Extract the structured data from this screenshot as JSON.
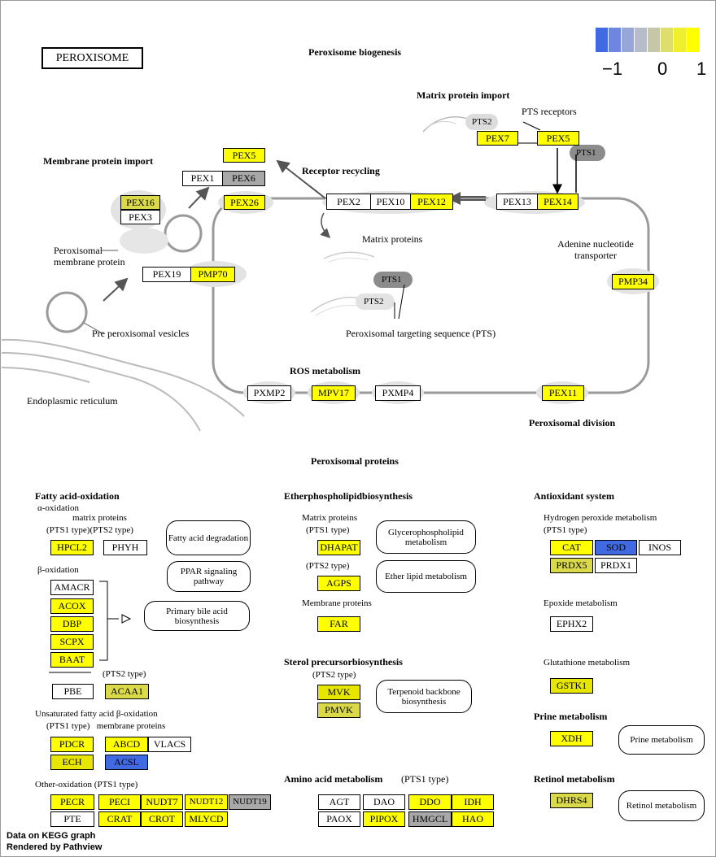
{
  "title_box": "PEROXISOME",
  "labels": {
    "biogenesis": "Peroxisome biogenesis",
    "matrix_import": "Matrix protein import",
    "pts_receptors": "PTS receptors",
    "membrane_import": "Membrane protein import",
    "receptor_recycling": "Receptor recycling",
    "matrix_proteins": "Matrix proteins",
    "adenine_transporter": "Adenine nucleotide transporter",
    "perox_membrane_protein": "Peroxisomal membrane protein",
    "pre_vesicles": "Pre peroxisomal vesicles",
    "er": "Endoplasmic reticulum",
    "pts_sequence": "Peroxisomal targeting sequence (PTS)",
    "ros": "ROS metabolism",
    "division": "Peroxisomal division",
    "perox_proteins": "Peroxisomal  proteins"
  },
  "pts_shapes": {
    "pts2_top": "PTS2",
    "pts1_top": "PTS1",
    "pts1_mid": "PTS1",
    "pts2_mid": "PTS2"
  },
  "genes": {
    "pex5_top": "PEX5",
    "pex1": "PEX1",
    "pex6": "PEX6",
    "pex26": "PEX26",
    "pex16": "PEX16",
    "pex3": "PEX3",
    "pex19": "PEX19",
    "pmp70": "PMP70",
    "pex7": "PEX7",
    "pex5_right": "PEX5",
    "pex2": "PEX2",
    "pex10": "PEX10",
    "pex12": "PEX12",
    "pex13": "PEX13",
    "pex14": "PEX14",
    "pmp34": "PMP34",
    "pxmp2": "PXMP2",
    "mpv17": "MPV17",
    "pxmp4": "PXMP4",
    "pex11": "PEX11"
  },
  "fatty": {
    "heading": "Fatty acid-oxidation",
    "alpha": "α-oxidation",
    "matrix_proteins": "matrix proteins",
    "pts_types": "(PTS1 type)(PTS2 type)",
    "hpcl2": "HPCL2",
    "phyh": "PHYH",
    "fa_degradation": "Fatty acid degradation",
    "beta": "β-oxidation",
    "ppar": "PPAR signaling pathway",
    "bile": "Primary bile acid biosynthesis",
    "amacr": "AMACR",
    "acox": "ACOX",
    "dbp": "DBP",
    "scpx": "SCPX",
    "baat": "BAAT",
    "pts2_type": "(PTS2 type)",
    "pbe": "PBE",
    "acaa1": "ACAA1",
    "unsat": "Unsaturated fatty acid β-oxidation",
    "unsat_types": "(PTS1 type)   membrane proteins",
    "pdcr": "PDCR",
    "abcd": "ABCD",
    "vlacs": "VLACS",
    "ech": "ECH",
    "acsl": "ACSL",
    "other": "Other-oxidation (PTS1 type)",
    "pecr": "PECR",
    "peci": "PECI",
    "nudt7": "NUDT7",
    "nudt12": "NUDT12",
    "nudt19": "NUDT19",
    "pte": "PTE",
    "crat": "CRAT",
    "crot": "CROT",
    "mlycd": "MLYCD"
  },
  "ether": {
    "heading": "Etherphospholipidbiosynthesis",
    "matrix_proteins": "Matrix proteins",
    "pts1": "(PTS1 type)",
    "dhapat": "DHAPAT",
    "glycero": "Glycerophospholipid metabolism",
    "pts2": "(PTS2 type)",
    "agps": "AGPS",
    "ether_lipid": "Ether lipid metabolism",
    "membrane_proteins": "Membrane proteins",
    "far": "FAR"
  },
  "sterol": {
    "heading": "Sterol precursorbiosynthesis",
    "pts2": "(PTS2 type)",
    "mvk": "MVK",
    "pmvk": "PMVK",
    "terpenoid": "Terpenoid backbone biosynthesis"
  },
  "amino": {
    "heading": "Amino acid metabolism",
    "type": "(PTS1 type)",
    "agt": "AGT",
    "dao": "DAO",
    "ddo": "DDO",
    "idh": "IDH",
    "paox": "PAOX",
    "pipox": "PIPOX",
    "hmgcl": "HMGCL",
    "hao": "HAO"
  },
  "antiox": {
    "heading": "Antioxidant system",
    "h2o2": "Hydrogen peroxide metabolism",
    "pts1": "(PTS1 type)",
    "cat": "CAT",
    "sod": "SOD",
    "inos": "INOS",
    "prdx5": "PRDX5",
    "prdx1": "PRDX1",
    "epoxide": "Epoxide metabolism",
    "ephx2": "EPHX2",
    "glutathione": "Glutathione metabolism",
    "gstk1": "GSTK1"
  },
  "prine": {
    "heading": "Prine metabolism",
    "xdh": "XDH",
    "box": "Prine metabolism"
  },
  "retinol": {
    "heading": "Retinol metabolism",
    "dhrs4": "DHRS4",
    "box": "Retinol metabolism"
  },
  "legend": {
    "min": "−1",
    "mid": "0",
    "max": "1",
    "colors": [
      "#4169e1",
      "#6f86de",
      "#97a6d6",
      "#b6bdc9",
      "#c6c6a8",
      "#dede6e",
      "#efef30",
      "#ffff00"
    ]
  },
  "footer": {
    "line1": "Data on KEGG graph",
    "line2": "Rendered by Pathview"
  }
}
